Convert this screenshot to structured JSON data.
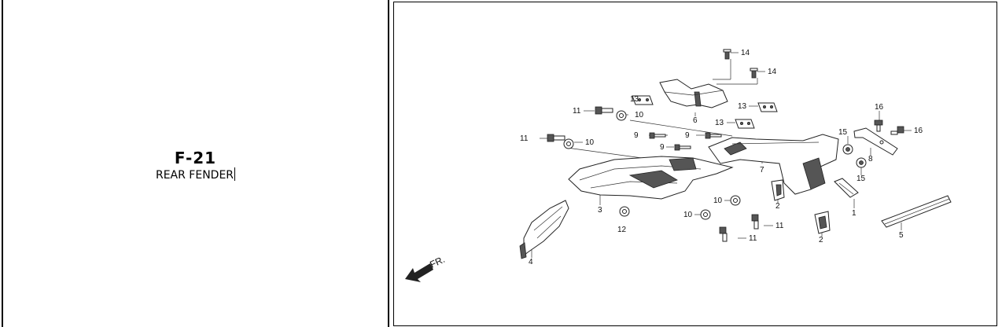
{
  "section": {
    "code": "F-21",
    "name": "REAR FENDER"
  },
  "diagram": {
    "direction_label": "FR.",
    "callouts": [
      "14",
      "14",
      "13",
      "6",
      "11",
      "10",
      "13",
      "13",
      "9",
      "11",
      "10",
      "9",
      "9",
      "16",
      "15",
      "16",
      "8",
      "15",
      "7",
      "3",
      "10",
      "2",
      "1",
      "12",
      "10",
      "11",
      "11",
      "2",
      "5",
      "4"
    ]
  }
}
